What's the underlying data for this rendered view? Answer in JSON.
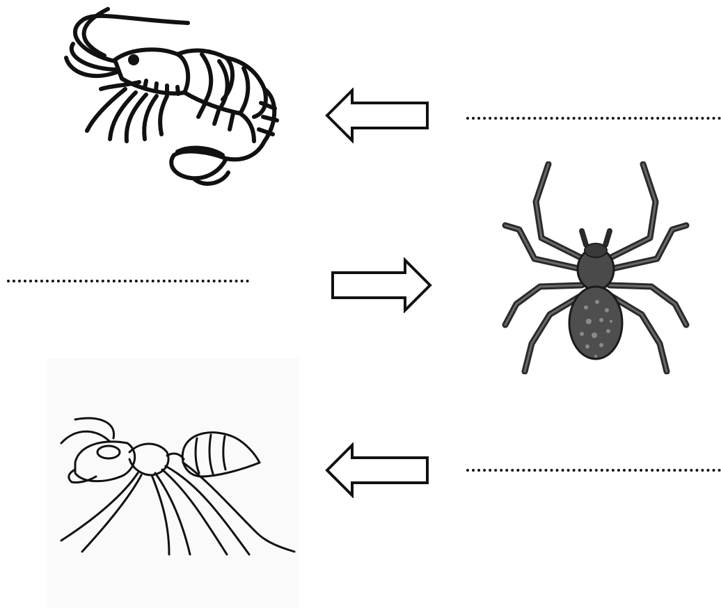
{
  "worksheet": {
    "rows": [
      {
        "picture": "shrimp",
        "picture_side": "left",
        "arrow_direction": "left",
        "answer_line_side": "right"
      },
      {
        "picture": "spider",
        "picture_side": "right",
        "arrow_direction": "right",
        "answer_line_side": "left"
      },
      {
        "picture": "ant",
        "picture_side": "left",
        "arrow_direction": "left",
        "answer_line_side": "right"
      }
    ]
  },
  "icons": {
    "shrimp": "shrimp-icon",
    "spider": "spider-icon",
    "ant": "ant-icon",
    "arrow_left": "arrow-left-icon",
    "arrow_right": "arrow-right-icon"
  },
  "colors": {
    "ink": "#111111",
    "spider_body": "#4a4a4a",
    "spider_legs": "#3c3c3c",
    "ant_background": "#fafafa"
  }
}
